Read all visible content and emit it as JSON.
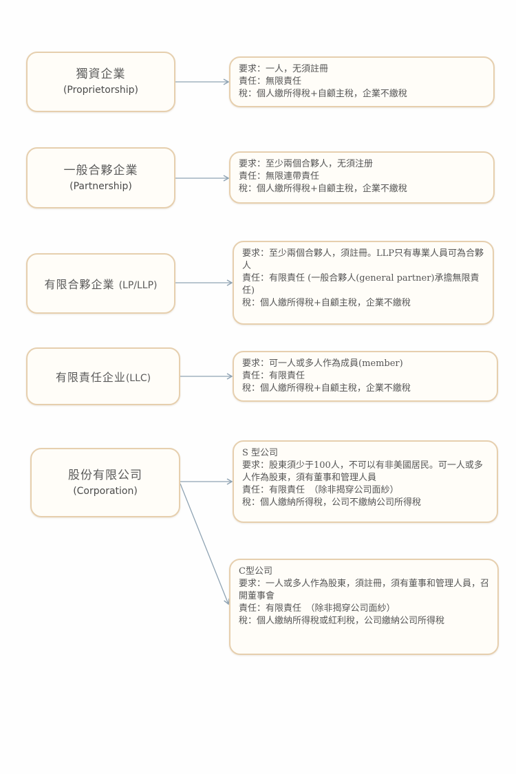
{
  "diagram": {
    "colors": {
      "box_border": "#e6cfae",
      "box_fill": "#fffdf8",
      "arrow": "#8fa3b3",
      "text": "#555555"
    },
    "rows": [
      {
        "entity": {
          "zh": "獨資企業",
          "en": "(Proprietorship)"
        },
        "details": [
          "要求：一人，无須註冊",
          "責任：無限責任",
          "稅：個人繳所得稅+自顧主稅，企業不繳稅"
        ]
      },
      {
        "entity": {
          "zh": "一般合夥企業",
          "en": "(Partnership)"
        },
        "details": [
          "要求：至少兩個合夥人，无須注册",
          "責任：無限連帶責任",
          "稅：個人繳所得稅+自顧主稅，企業不繳稅"
        ]
      },
      {
        "entity": {
          "zh": "有限合夥企業",
          "en": "(LP/LLP)"
        },
        "details": [
          "要求：至少兩個合夥人，須註冊。LLP只有專業人員可為合夥人",
          "責任：有限責任 (一般合夥人(general partner)承擔無限責任)",
          "稅：個人繳所得稅+自顧主稅，企業不繳稅"
        ]
      },
      {
        "entity": {
          "zh": "有限責任企业",
          "en": "(LLC)"
        },
        "details": [
          "要求：可一人或多人作為成員(member)",
          "責任：有限責任",
          "稅：個人繳所得稅+自顧主稅，企業不繳稅"
        ]
      },
      {
        "entity": {
          "zh": "股份有限公司",
          "en": "(Corporation)"
        },
        "branches": [
          {
            "details": [
              "S 型公司",
              "要求：股東須少于100人，不可以有非美國居民。可一人或多人作為股東，須有董事和管理人員",
              "責任：有限責任　（除非揭穿公司面紗）",
              "稅：個人繳納所得稅，公司不繳納公司所得稅"
            ]
          },
          {
            "details": [
              "C型公司",
              "要求：一人或多人作為股東，須註冊，須有董事和管理人員，召開董事會",
              "責任：有限責任　（除非揭穿公司面紗）",
              "稅：個人繳納所得稅或紅利稅，公司繳納公司所得稅"
            ]
          }
        ]
      }
    ]
  }
}
